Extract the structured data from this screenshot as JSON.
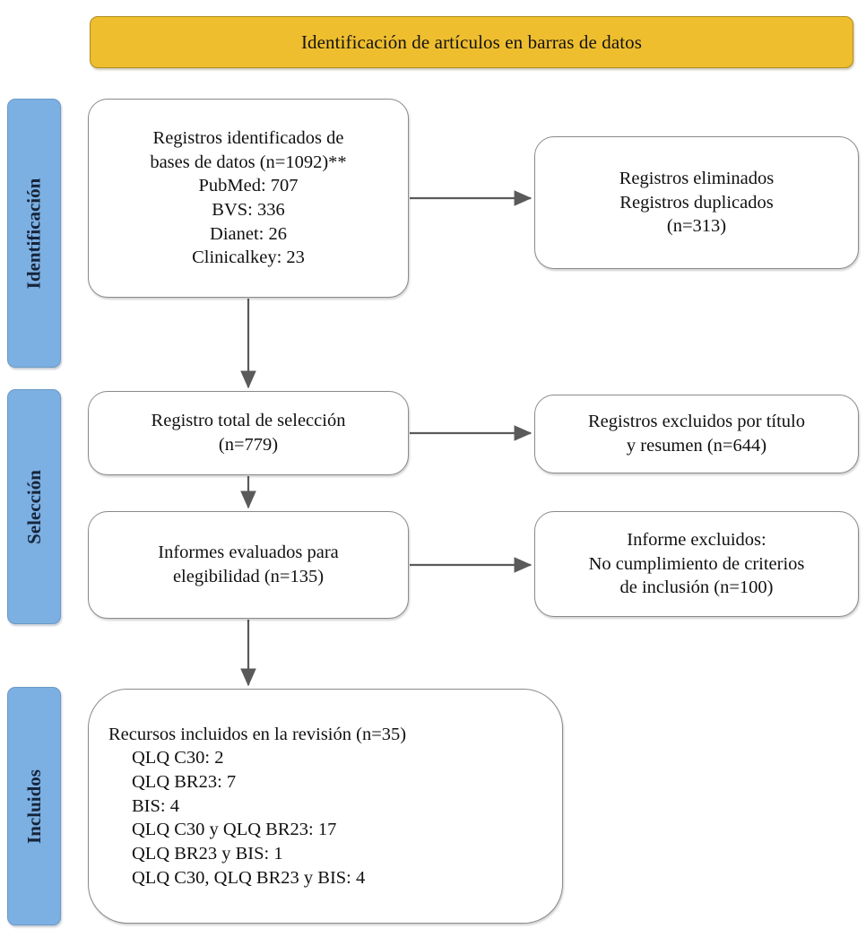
{
  "banner": {
    "title": "Identificación de artículos en barras de datos",
    "background_color": "#EFBE2E"
  },
  "stages": [
    {
      "id": "identificacion",
      "label": "Identificación",
      "color": "#7CAFE2"
    },
    {
      "id": "seleccion",
      "label": "Selección",
      "color": "#7CAFE2"
    },
    {
      "id": "incluidos",
      "label": "Incluidos",
      "color": "#7CAFE2"
    }
  ],
  "boxes": {
    "identificados": {
      "lines": [
        "Registros identificados de",
        "bases de datos (n=1092)**",
        "PubMed: 707",
        "BVS: 336",
        "Dianet: 26",
        "Clinicalkey: 23"
      ]
    },
    "eliminados": {
      "lines": [
        "Registros eliminados",
        "Registros duplicados",
        "(n=313)"
      ]
    },
    "registro_total": {
      "lines": [
        "Registro total de selección",
        "(n=779)"
      ]
    },
    "excluidos_titulo": {
      "lines": [
        "Registros excluidos por título",
        "y resumen (n=644)"
      ]
    },
    "elegibilidad": {
      "lines": [
        "Informes evaluados para",
        "elegibilidad (n=135)"
      ]
    },
    "informe_excluidos": {
      "lines": [
        "Informe excluidos:",
        "No cumplimiento de criterios",
        "de inclusión (n=100)"
      ]
    },
    "incluidos": {
      "heading": "Recursos incluidos en la revisión (n=35)",
      "items": [
        "QLQ C30: 2",
        "QLQ BR23: 7",
        "BIS: 4",
        "QLQ C30 y QLQ BR23: 17",
        "QLQ BR23 y BIS: 1",
        "QLQ C30, QLQ BR23 y BIS: 4"
      ]
    }
  },
  "connectors": {
    "color": "#5a5a5a",
    "arrows": [
      {
        "name": "identificados-to-eliminados",
        "direction": "right"
      },
      {
        "name": "identificados-to-registro",
        "direction": "down"
      },
      {
        "name": "registro-to-excluidos-titulo",
        "direction": "right"
      },
      {
        "name": "registro-to-elegibilidad",
        "direction": "down"
      },
      {
        "name": "elegibilidad-to-informe-exc",
        "direction": "right"
      },
      {
        "name": "elegibilidad-to-incluidos",
        "direction": "down"
      }
    ]
  }
}
